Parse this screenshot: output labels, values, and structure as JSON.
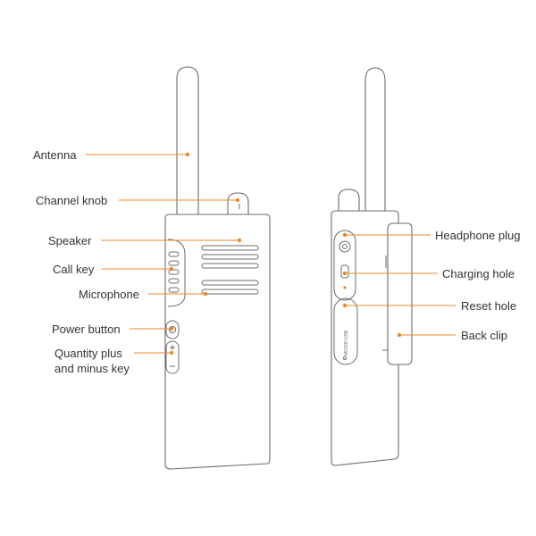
{
  "diagram": {
    "labels": {
      "antenna": "Antenna",
      "channel_knob": "Channel knob",
      "speaker": "Speaker",
      "call_key": "Call key",
      "microphone": "Microphone",
      "power_button": "Power button",
      "quantity_line1": "Quantity plus",
      "quantity_line2": "and minus key",
      "headphone_plug": "Headphone plug",
      "charging_hole": "Charging hole",
      "reset_hole": "Reset hole",
      "back_clip": "Back clip"
    },
    "port_text": "MICRO USB",
    "colors": {
      "leader": "#e8892b",
      "outline": "#6b6b6b",
      "text": "#333333"
    }
  }
}
